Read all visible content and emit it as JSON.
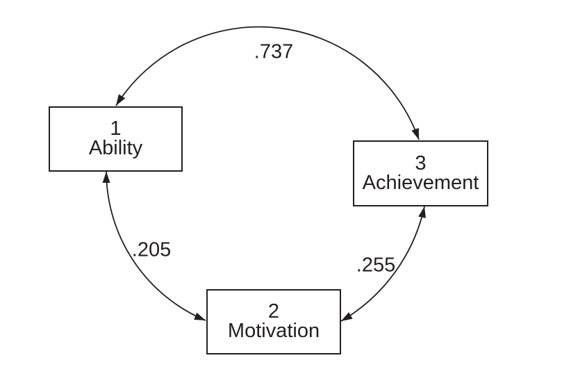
{
  "diagram": {
    "kind": "correlation-path-diagram",
    "background_color": "#ffffff",
    "line_color": "#231f20",
    "nodes": {
      "ability": {
        "number": "1",
        "label": "Ability"
      },
      "motivation": {
        "number": "2",
        "label": "Motivation"
      },
      "achievement": {
        "number": "3",
        "label": "Achievement"
      }
    },
    "correlations": {
      "ability_achievement": ".737",
      "ability_motivation": ".205",
      "motivation_achievement": ".255"
    }
  }
}
